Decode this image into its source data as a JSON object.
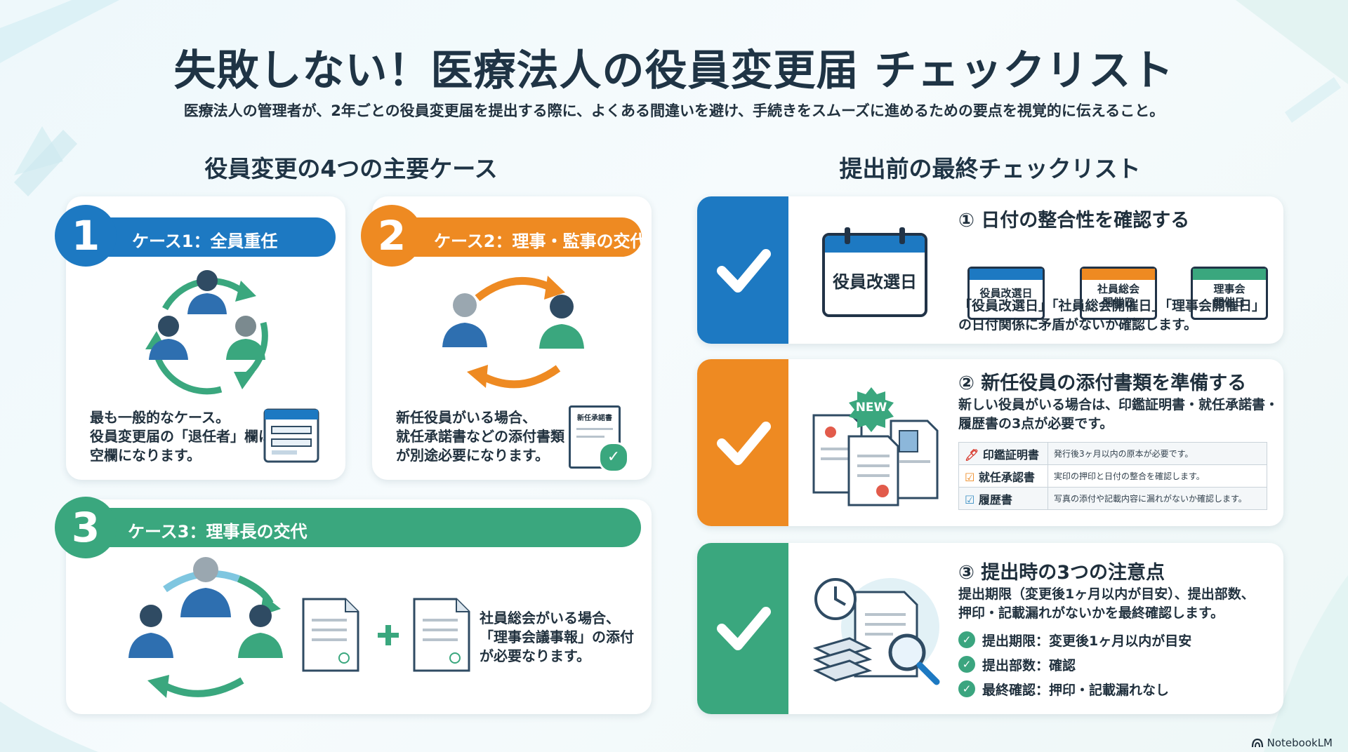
{
  "header": {
    "title": "失敗しない！医療法人の役員変更届 チェックリスト",
    "subtitle": "医療法人の管理者が、2年ごとの役員変更届を提出する際に、よくある間違いを避け、手続きをスムーズに進めるための要点を視覚的に伝えること。"
  },
  "left": {
    "heading": "役員変更の4つの主要ケース",
    "cases": [
      {
        "number": "1",
        "label": "ケース1：全員重任",
        "text": "最も一般的なケース。\n役員変更届の「退任者」欄は\n空欄になります。"
      },
      {
        "number": "2",
        "label": "ケース2：理事・監事の交代",
        "text": "新任役員がいる場合、\n就任承諾書などの添付書類\nが別途必要になります。",
        "doc_label": "新任承諾書"
      },
      {
        "number": "3",
        "label": "ケース3：理事長の交代",
        "text": "社員総会がいる場合、\n「理事会議事報」の添付\nが必要なります。"
      }
    ]
  },
  "right": {
    "heading": "提出前の最終チェックリスト",
    "checks": [
      {
        "title": "① 日付の整合性を確認する",
        "big_calendar": "役員改選日",
        "calendars": [
          "役員改選日",
          "社員総会\n開催日",
          "理事会\n開催日"
        ],
        "desc": "「役員改選日」「社員総会開催日」「理事会開催日」\nの日付関係に矛盾がないか確認します。"
      },
      {
        "title": "② 新任役員の添付書類を準備する",
        "badge": "NEW",
        "desc": "新しい役員がいる場合は、印鑑証明書・就任承諾書・\n履歴書の3点が必要です。",
        "table": [
          {
            "name": "印鑑証明書",
            "note": "発行後3ヶ月以内の原本が必要です。"
          },
          {
            "name": "就任承認書",
            "note": "実印の押印と日付の整合を確認します。"
          },
          {
            "name": "履歴書",
            "note": "写真の添付や記載内容に漏れがないか確認します。"
          }
        ]
      },
      {
        "title": "③ 提出時の3つの注意点",
        "desc": "提出期限（変更後1ヶ月以内が目安）、提出部数、\n押印・記載漏れがないかを最終確認します。",
        "bullets": [
          "提出期限：変更後1ヶ月以内が目安",
          "提出部数：確認",
          "最終確認：押印・記載漏れなし"
        ]
      }
    ]
  },
  "brand": {
    "name": "NotebookLM"
  },
  "colors": {
    "blue": "#1d79c2",
    "orange": "#ee8a22",
    "green": "#3aa77e",
    "navy": "#1f3445"
  }
}
